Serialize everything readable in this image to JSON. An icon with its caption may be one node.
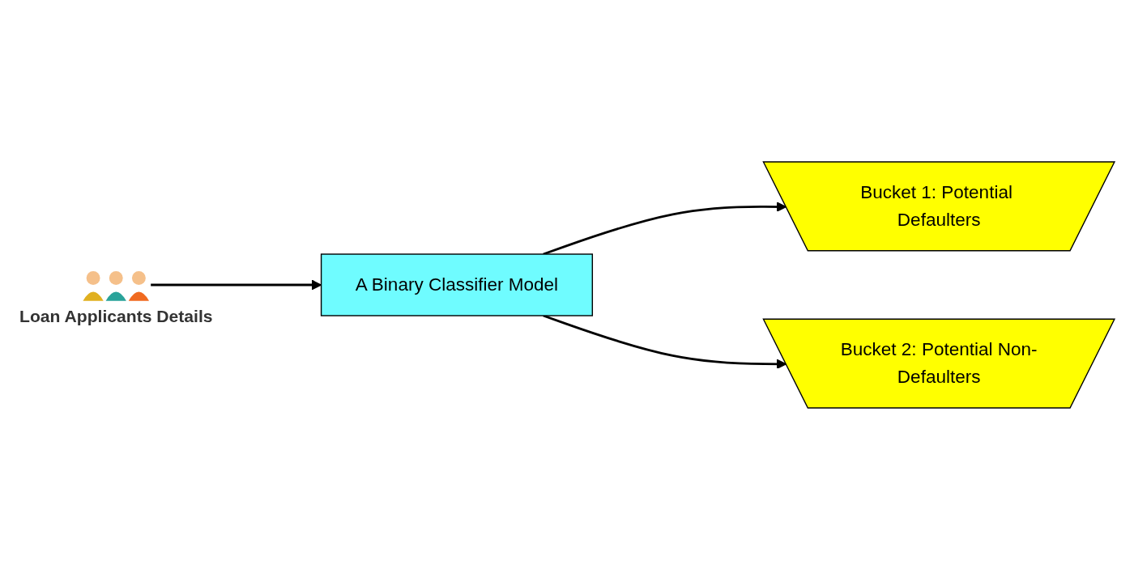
{
  "diagram": {
    "nodes": [
      {
        "text": [],
        "shape": "picture",
        "beside": [
          "Loan Applicants Details"
        ]
      },
      {
        "text": [
          "A Binary Classifier Model"
        ]
      },
      {
        "text": [
          "Bucket 1: Potential Defaulters"
        ]
      },
      {
        "text": [
          "Bucket 2: Potential Non-Defaulters"
        ]
      }
    ],
    "edges": [
      {
        "from": 0,
        "to": 1,
        "arrow": "to"
      },
      {
        "from": 1,
        "to": 2,
        "arrow": "to"
      },
      {
        "from": 1,
        "to": 3,
        "arrow": "to"
      }
    ]
  }
}
